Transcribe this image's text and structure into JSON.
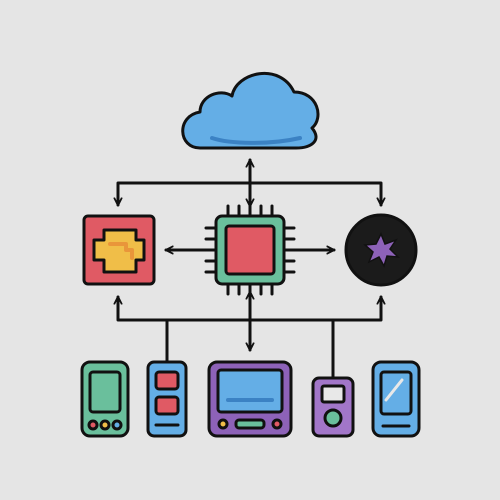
{
  "diagram": {
    "background": "#e5e5e5",
    "nodes": [
      {
        "id": "cloud",
        "icon": "cloud-icon",
        "color": "#64aee6"
      },
      {
        "id": "cpu",
        "icon": "cpu-chip-icon",
        "color": "#e05a64"
      },
      {
        "id": "gateway",
        "icon": "gateway-module-icon",
        "color": "#f0be48"
      },
      {
        "id": "star-node",
        "icon": "star-node-icon",
        "color": "#7e4fa6"
      },
      {
        "id": "device-1",
        "icon": "green-phone-icon",
        "color": "#6abf9c"
      },
      {
        "id": "device-2",
        "icon": "remote-control-icon",
        "color": "#64aee6"
      },
      {
        "id": "device-3",
        "icon": "tablet-monitor-icon",
        "color": "#8d62b8"
      },
      {
        "id": "device-4",
        "icon": "mp3-player-icon",
        "color": "#a276c9"
      },
      {
        "id": "device-5",
        "icon": "blue-phone-icon",
        "color": "#64aee6"
      }
    ],
    "connections": [
      {
        "from": "cloud",
        "to": "cpu",
        "bidirectional": true
      },
      {
        "from": "cloud",
        "to": "gateway"
      },
      {
        "from": "cloud",
        "to": "star-node"
      },
      {
        "from": "cpu",
        "to": "gateway"
      },
      {
        "from": "cpu",
        "to": "star-node"
      },
      {
        "from": "cpu",
        "to": "devices",
        "bidirectional": true
      },
      {
        "from": "devices",
        "to": "gateway"
      },
      {
        "from": "devices",
        "to": "star-node"
      }
    ]
  }
}
